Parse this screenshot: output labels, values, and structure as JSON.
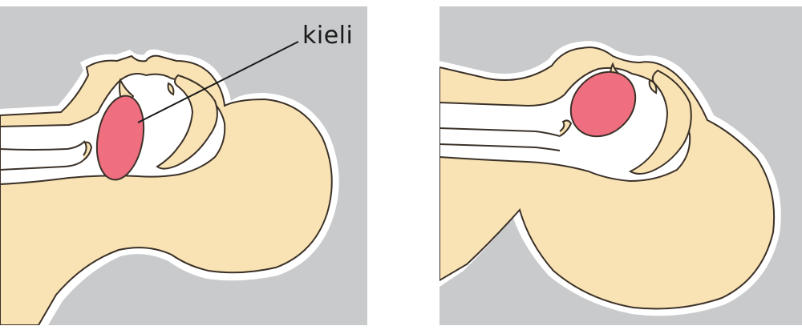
{
  "labels": {
    "tongue": "kieli"
  },
  "colors": {
    "background": "#c9cacc",
    "tissue": "#f9e3b4",
    "airway": "#ffffff",
    "tongue": "#ef6e80",
    "outline": "#3b3128"
  },
  "panels": [
    {
      "state": "head tilted down, tongue blocking airway",
      "tongue_label_shown": true
    },
    {
      "state": "head tilted back, airway open",
      "tongue_label_shown": false
    }
  ]
}
